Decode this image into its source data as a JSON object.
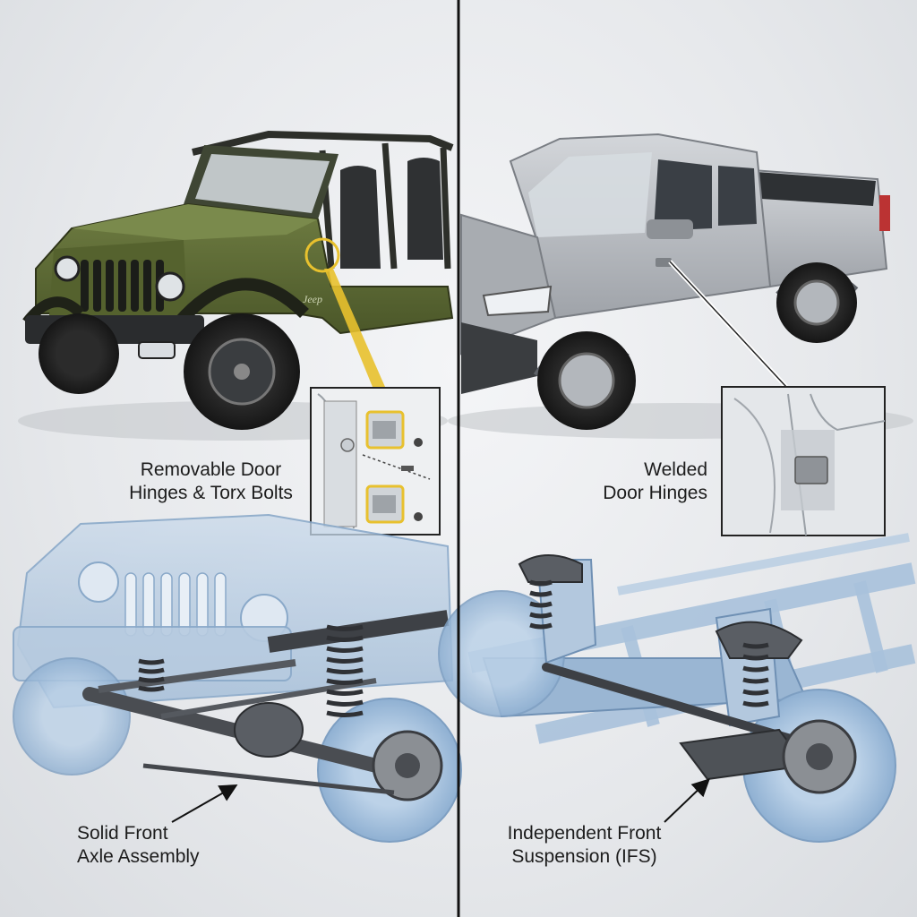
{
  "vehicles": {
    "left": {
      "badge": "Jeep"
    }
  },
  "labels": {
    "left_hinges": {
      "line1": "Removable Door",
      "line2": "Hinges & Torx Bolts"
    },
    "right_hinges": {
      "line1": "Welded",
      "line2": "Door Hinges"
    },
    "left_axle": {
      "line1": "Solid Front",
      "line2": "Axle Assembly"
    },
    "right_axle": {
      "line1": "Independent Front",
      "line2": "Suspension (IFS)"
    }
  },
  "colors": {
    "jeep_body": "#5d6b34",
    "truck_body": "#b9bcc1",
    "callout_highlight": "#e8c12e",
    "chassis_ghost": "#a9c2dc",
    "suspension_metal": "#4a4d52",
    "divider": "#111111"
  }
}
